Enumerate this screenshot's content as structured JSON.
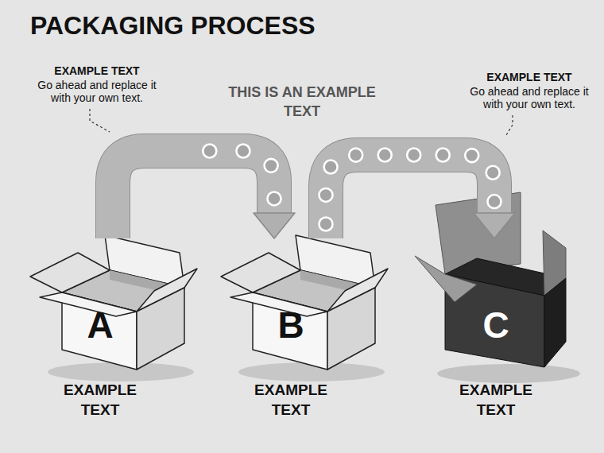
{
  "diagram": {
    "title": "PACKAGING PROCESS",
    "nodes": [
      {
        "text": [
          "A",
          "EXAMPLE TEXT"
        ]
      },
      {
        "text": [
          "B",
          "EXAMPLE TEXT"
        ]
      },
      {
        "text": [
          "C",
          "EXAMPLE TEXT"
        ]
      }
    ],
    "edges": [
      {
        "from": 0,
        "to": 1,
        "arrow": "to"
      },
      {
        "from": 1,
        "to": 2,
        "arrow": "to"
      }
    ],
    "labels": [
      "EXAMPLE TEXT",
      "Go ahead and replace it with your own text.",
      "THIS IS AN EXAMPLE TEXT",
      "EXAMPLE TEXT",
      "Go ahead and replace it with your own text."
    ]
  }
}
